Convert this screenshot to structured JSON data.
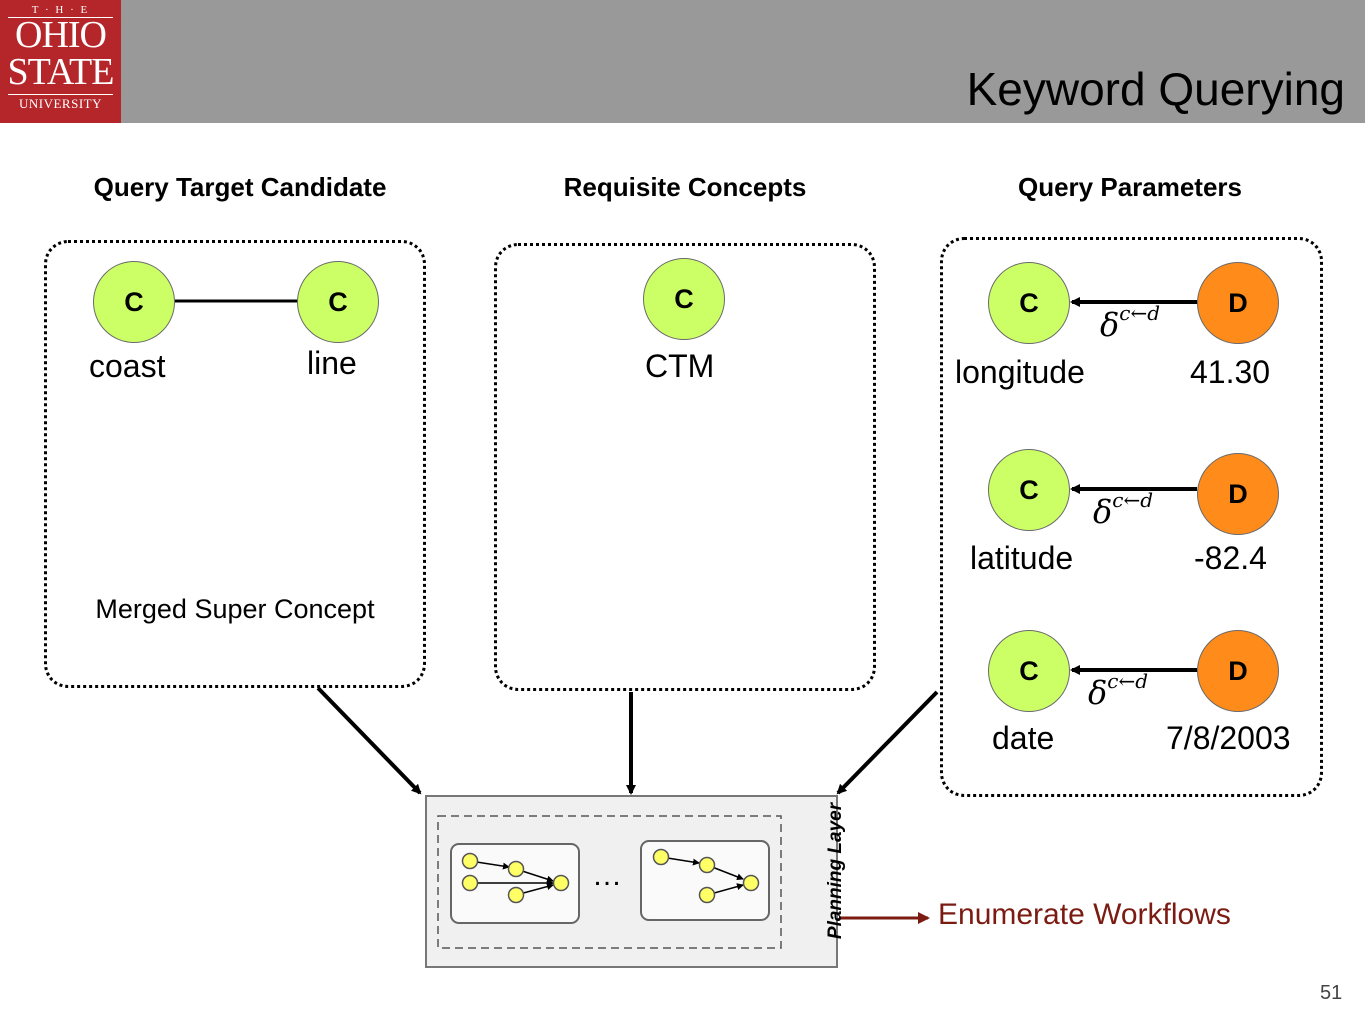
{
  "header": {
    "title": "Keyword Querying",
    "logo": {
      "the": "T · H · E",
      "ohio": "OHIO",
      "state": "STATE",
      "university": "UNIVERSITY"
    }
  },
  "columns": {
    "target": {
      "heading": "Query Target Candidate",
      "node_c1": "C",
      "node_c2": "C",
      "label_c1": "coast",
      "label_c2": "line",
      "merged": "Merged Super Concept"
    },
    "requisite": {
      "heading": "Requisite Concepts",
      "node_c": "C",
      "label_c": "CTM"
    },
    "params": {
      "heading": "Query Parameters",
      "rows": [
        {
          "c": "C",
          "d": "D",
          "concept": "longitude",
          "value": "41.30"
        },
        {
          "c": "C",
          "d": "D",
          "concept": "latitude",
          "value": "-82.4"
        },
        {
          "c": "C",
          "d": "D",
          "concept": "date",
          "value": "7/8/2003"
        }
      ],
      "delta_symbol": "δ",
      "delta_sup": "c←d"
    }
  },
  "planning": {
    "label": "Planning Layer",
    "ellipsis": "…"
  },
  "enumerate": "Enumerate Workflows",
  "slide_number": "51",
  "colors": {
    "header": "#999999",
    "logo": "#b5262a",
    "concept_node": "#ccff66",
    "data_node": "#ff8b1a",
    "enumerate": "#7b1b12"
  }
}
